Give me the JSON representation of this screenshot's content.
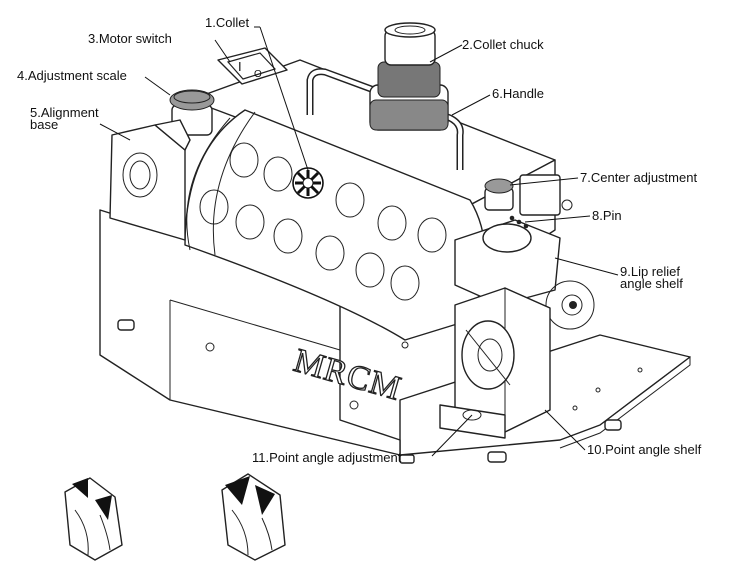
{
  "labels": [
    {
      "id": "collet",
      "text": "1.Collet"
    },
    {
      "id": "collet-chuck",
      "text": "2.Collet chuck"
    },
    {
      "id": "motor-switch",
      "text": "3.Motor switch"
    },
    {
      "id": "adjustment-scale",
      "text": "4.Adjustment scale"
    },
    {
      "id": "alignment-base",
      "line1": "5.Alignment",
      "line2": "base"
    },
    {
      "id": "handle",
      "text": "6.Handle"
    },
    {
      "id": "center-adjustment",
      "text": "7.Center adjustment"
    },
    {
      "id": "pin",
      "text": "8.Pin"
    },
    {
      "id": "lip-relief-angle-shelf",
      "line1": "9.Lip relief",
      "line2": "angle shelf"
    },
    {
      "id": "point-angle-shelf",
      "text": "10.Point angle shelf"
    },
    {
      "id": "point-angle-adjustment",
      "text": "11.Point angle adjustment"
    }
  ],
  "brand": "MRCM",
  "switch_marks": {
    "on": "I",
    "off": "O"
  },
  "colors": {
    "line": "#222222",
    "fill": "#ffffff",
    "dark": "#111111"
  }
}
